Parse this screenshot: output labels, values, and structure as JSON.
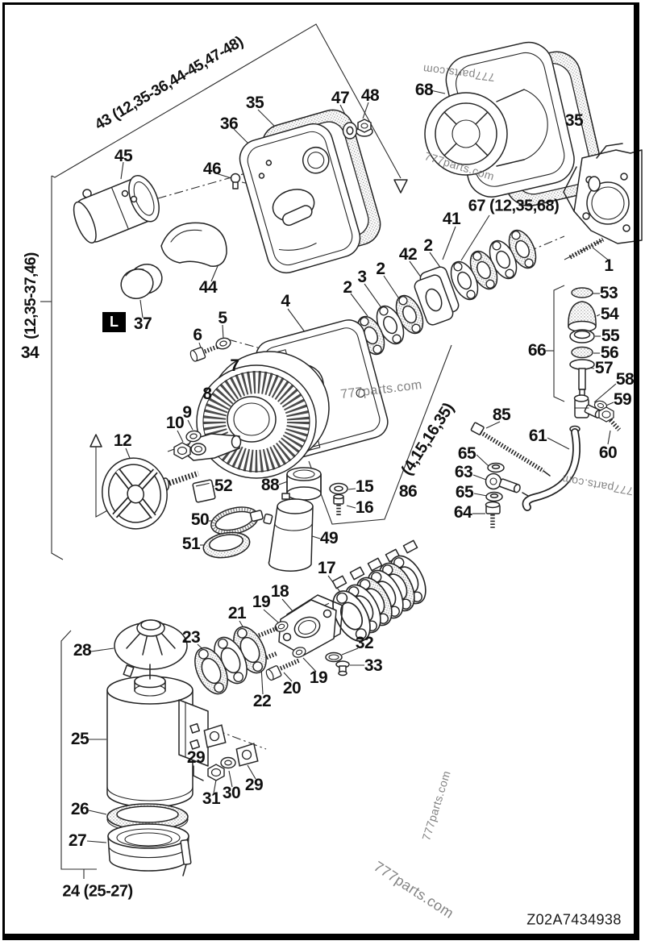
{
  "diagram": {
    "doc_code": "Z02A7434938",
    "watermark_text": "777parts.com",
    "l_marker": "L"
  },
  "labels": [
    {
      "id": "group-43",
      "text": "43 (12,35-36,44-45,47-48)"
    },
    {
      "id": "group-34",
      "text": "34"
    },
    {
      "id": "group-34-sub",
      "text": "(12,35-37,46)"
    },
    {
      "id": "part-45",
      "text": "45"
    },
    {
      "id": "part-46",
      "text": "46"
    },
    {
      "id": "part-36",
      "text": "36"
    },
    {
      "id": "part-35-left",
      "text": "35"
    },
    {
      "id": "part-47",
      "text": "47"
    },
    {
      "id": "part-48",
      "text": "48"
    },
    {
      "id": "part-68",
      "text": "68"
    },
    {
      "id": "part-35-right",
      "text": "35"
    },
    {
      "id": "group-67",
      "text": "67 (12,35,68)"
    },
    {
      "id": "part-41",
      "text": "41"
    },
    {
      "id": "part-1",
      "text": "1"
    },
    {
      "id": "part-2-a",
      "text": "2"
    },
    {
      "id": "part-3",
      "text": "3"
    },
    {
      "id": "part-2-b",
      "text": "2"
    },
    {
      "id": "part-42",
      "text": "42"
    },
    {
      "id": "part-2-c",
      "text": "2"
    },
    {
      "id": "part-44",
      "text": "44"
    },
    {
      "id": "part-37",
      "text": "37"
    },
    {
      "id": "part-4",
      "text": "4"
    },
    {
      "id": "part-5",
      "text": "5"
    },
    {
      "id": "part-6",
      "text": "6"
    },
    {
      "id": "part-7",
      "text": "7"
    },
    {
      "id": "part-8",
      "text": "8"
    },
    {
      "id": "part-9",
      "text": "9"
    },
    {
      "id": "part-10",
      "text": "10"
    },
    {
      "id": "part-12",
      "text": "12"
    },
    {
      "id": "part-52",
      "text": "52"
    },
    {
      "id": "part-50",
      "text": "50"
    },
    {
      "id": "part-51",
      "text": "51"
    },
    {
      "id": "part-88",
      "text": "88"
    },
    {
      "id": "part-49",
      "text": "49"
    },
    {
      "id": "part-15",
      "text": "15"
    },
    {
      "id": "part-16",
      "text": "16"
    },
    {
      "id": "group-86",
      "text": "86"
    },
    {
      "id": "group-86-sub",
      "text": "(4,15,16,35)"
    },
    {
      "id": "part-17",
      "text": "17"
    },
    {
      "id": "part-18",
      "text": "18"
    },
    {
      "id": "part-19-a",
      "text": "19"
    },
    {
      "id": "part-21",
      "text": "21"
    },
    {
      "id": "part-22",
      "text": "22"
    },
    {
      "id": "part-20",
      "text": "20"
    },
    {
      "id": "part-19-b",
      "text": "19"
    },
    {
      "id": "part-32",
      "text": "32"
    },
    {
      "id": "part-33",
      "text": "33"
    },
    {
      "id": "part-23",
      "text": "23"
    },
    {
      "id": "part-28",
      "text": "28"
    },
    {
      "id": "part-25",
      "text": "25"
    },
    {
      "id": "part-26",
      "text": "26"
    },
    {
      "id": "part-27",
      "text": "27"
    },
    {
      "id": "group-24",
      "text": "24 (25-27)"
    },
    {
      "id": "part-29-a",
      "text": "29"
    },
    {
      "id": "part-29-b",
      "text": "29"
    },
    {
      "id": "part-30",
      "text": "30"
    },
    {
      "id": "part-31",
      "text": "31"
    },
    {
      "id": "part-53",
      "text": "53"
    },
    {
      "id": "part-54",
      "text": "54"
    },
    {
      "id": "part-55",
      "text": "55"
    },
    {
      "id": "part-56",
      "text": "56"
    },
    {
      "id": "part-57",
      "text": "57"
    },
    {
      "id": "part-66",
      "text": "66"
    },
    {
      "id": "part-58",
      "text": "58"
    },
    {
      "id": "part-59",
      "text": "59"
    },
    {
      "id": "part-60",
      "text": "60"
    },
    {
      "id": "part-61",
      "text": "61"
    },
    {
      "id": "part-85",
      "text": "85"
    },
    {
      "id": "part-65-a",
      "text": "65"
    },
    {
      "id": "part-63",
      "text": "63"
    },
    {
      "id": "part-65-b",
      "text": "65"
    },
    {
      "id": "part-64",
      "text": "64"
    }
  ]
}
